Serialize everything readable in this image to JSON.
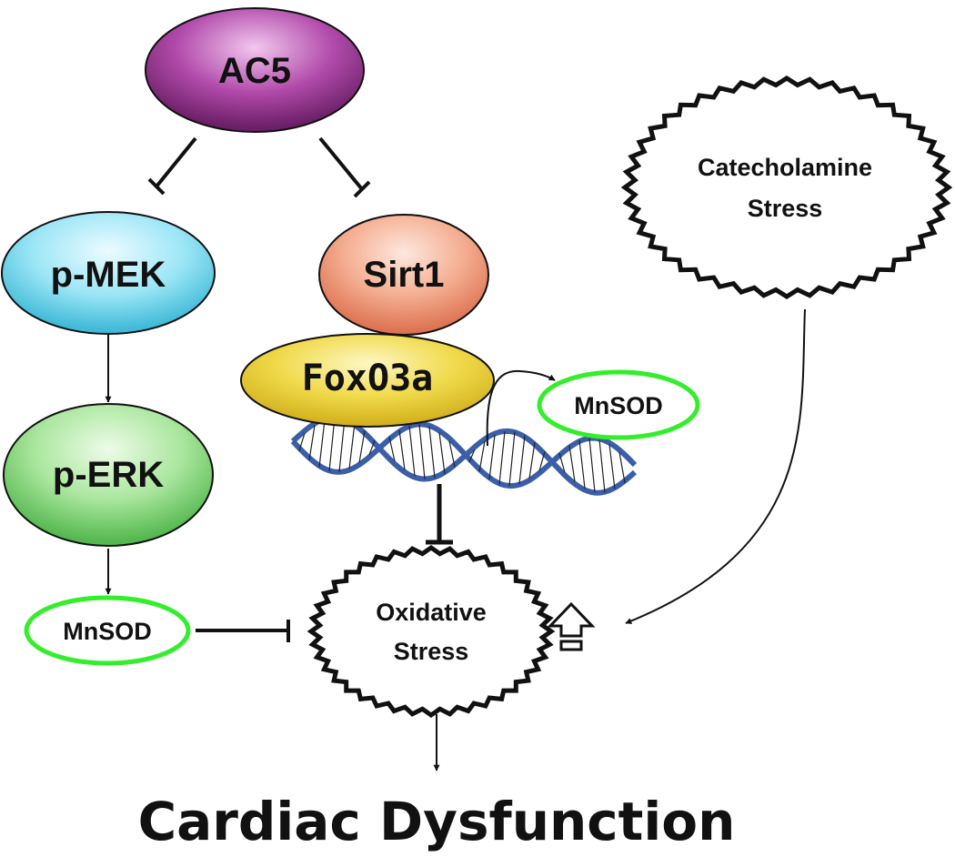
{
  "nodes": {
    "ac5": "AC5",
    "pmek": "p-MEK",
    "perk": "p-ERK",
    "mnsod_left": "MnSOD",
    "sirt1": "Sirt1",
    "foxo3a": "FoxO3a",
    "mnsod_right": "MnSOD",
    "oxidative_stress": [
      "Oxidative",
      "Stress"
    ],
    "catecholamine_stress": [
      "Catecholamine",
      "Stress"
    ],
    "outcome": "Cardiac Dysfunction"
  },
  "colors": {
    "ac5": "#8e2f8a",
    "pmek": "#63d3ec",
    "perk": "#74cf6e",
    "sirt1": "#ee8e6c",
    "foxo3a": "#e9cd2c",
    "mnsod_outline": "#33ee2a",
    "dna": "#4466aa"
  }
}
